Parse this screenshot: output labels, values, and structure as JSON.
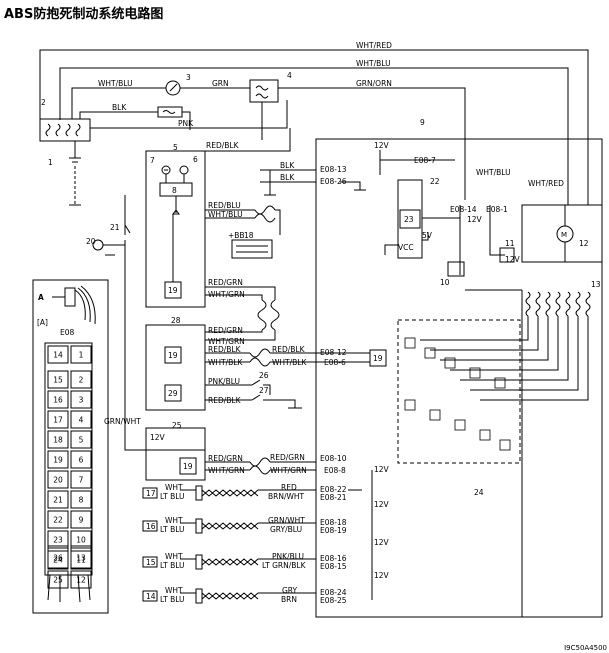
{
  "title": "ABS防抱死制动系统电路图",
  "ref_code": "I9C50A4500",
  "wires": {
    "top1": "WHT/RED",
    "top2": "WHT/BLU",
    "w_wht_blu": "WHT/BLU",
    "w_grn": "GRN",
    "w_grn_orn": "GRN/ORN",
    "w_blk": "BLK",
    "w_pnk": "PNK",
    "w_red_blk": "RED/BLK",
    "w_grn_wht": "GRN/WHT",
    "e_blk1": "BLK",
    "e_blk2": "BLK",
    "wht_blu_r": "WHT/BLU",
    "wht_red_r": "WHT/RED",
    "red_blu": "RED/BLU",
    "wht_blu_5": "WHT/BLU",
    "red_grn_a": "RED/GRN",
    "wht_grn_a": "WHT/GRN",
    "red_grn_b": "RED/GRN",
    "wht_grn_b": "WHT/GRN",
    "red_blk_a": "RED/BLK",
    "wht_blk_a": "WHT/BLK",
    "red_blk_b": "RED/BLK",
    "wht_blk_b": "WHT/BLK",
    "pnk_blu_a": "PNK/BLU",
    "red_blk_c": "RED/BLK",
    "red_grn_c": "RED/GRN",
    "wht_grn_c": "WHT/GRN",
    "red_grn_d": "RED/GRN",
    "wht_grn_d": "WHT/GRN"
  },
  "terminals": {
    "e13": "E08-13",
    "e26": "E08-26",
    "e7": "E08-7",
    "e14": "E08-14",
    "e1": "E08-1",
    "e12": "E08-12",
    "e6": "E08-6",
    "e10": "E08-10",
    "e8": "E08-8",
    "e22": "E08-22",
    "e21": "E08-21",
    "e18": "E08-18",
    "e19": "E08-19",
    "e16": "E08-16",
    "e15": "E08-15",
    "e24": "E08-24",
    "e25": "E08-25"
  },
  "sensors": [
    {
      "id": "17",
      "a": "WHT",
      "b": "LT BLU",
      "c": "RED",
      "d": "BRN/WHT"
    },
    {
      "id": "16",
      "a": "WHT",
      "b": "LT BLU",
      "c": "GRN/WHT",
      "d": "GRY/BLU"
    },
    {
      "id": "15",
      "a": "WHT",
      "b": "LT BLU",
      "c": "PNK/BLU",
      "d": "LT GRN/BLK"
    },
    {
      "id": "14",
      "a": "WHT",
      "b": "LT BLU",
      "c": "GRY",
      "d": "BRN"
    }
  ],
  "volts": {
    "v12a": "12V",
    "v12b": "12V",
    "v12c": "12V",
    "v12d": "12V",
    "v12e": "12V",
    "v12f": "12V",
    "v12g": "12V",
    "v12h": "12V",
    "v5": "5V",
    "vcc": "VCC",
    "bb": "+BB"
  },
  "callouts": {
    "c1": "1",
    "c2": "2",
    "c3": "3",
    "c4": "4",
    "c5": "5",
    "c6": "6",
    "c7": "7",
    "c8": "8",
    "c9": "9",
    "c10": "10",
    "c11": "11",
    "c12": "12",
    "c13": "13",
    "c18": "18",
    "c19a": "19",
    "c19b": "19",
    "c19c": "19",
    "c19d": "19",
    "c20": "20",
    "c21": "21",
    "c22": "22",
    "c23": "23",
    "c24": "24",
    "c25": "25",
    "c26": "26",
    "c27": "27",
    "c28": "28",
    "c29": "29"
  },
  "connector": {
    "view_label": "A",
    "bracket_label": "[A]",
    "name": "E08",
    "pins": [
      [
        "14",
        "1"
      ],
      [
        "15",
        "2"
      ],
      [
        "16",
        "3"
      ],
      [
        "17",
        "4"
      ],
      [
        "18",
        "5"
      ],
      [
        "19",
        "6"
      ],
      [
        "20",
        "7"
      ],
      [
        "21",
        "8"
      ],
      [
        "22",
        "9"
      ],
      [
        "23",
        "10"
      ],
      [
        "24",
        "11"
      ],
      [
        "25",
        "12"
      ]
    ],
    "bottom_pins": [
      "26",
      "13"
    ]
  },
  "motor_label": "M"
}
